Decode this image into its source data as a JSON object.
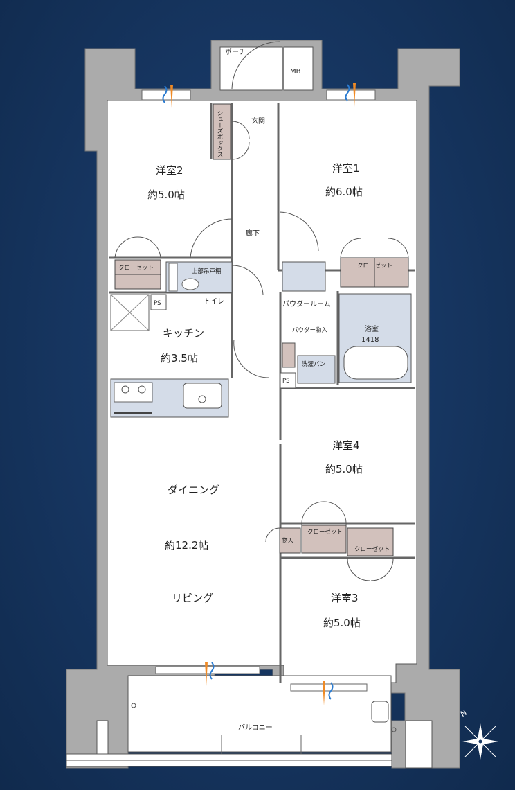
{
  "rooms": {
    "bedroom2": {
      "name": "洋室2",
      "size": "約5.0帖"
    },
    "bedroom1": {
      "name": "洋室1",
      "size": "約6.0帖"
    },
    "bedroom4": {
      "name": "洋室4",
      "size": "約5.0帖"
    },
    "bedroom3": {
      "name": "洋室3",
      "size": "約5.0帖"
    },
    "kitchen": {
      "name": "キッチン",
      "size": "約3.5帖"
    },
    "ldk": {
      "dining": "ダイニング",
      "size": "約12.2帖",
      "living": "リビング"
    },
    "bathroom": {
      "name": "浴室",
      "size": "1418"
    }
  },
  "labels": {
    "porch": "ポーチ",
    "mb": "MB",
    "entrance": "玄関",
    "shoebox": "シューズボックス",
    "corridor": "廊下",
    "closet": "クローゼット",
    "upper_cabinet": "上部吊戸棚",
    "toilet": "トイレ",
    "ps": "PS",
    "powder_room": "パウダールーム",
    "powder_storage": "パウダー物入",
    "washer_pan": "洗濯パン",
    "storage": "物入",
    "balcony": "バルコニー",
    "compass_n": "N"
  },
  "colors": {
    "background": "#173763",
    "wall": "#ababab",
    "floor": "#ffffff",
    "wet_area": "#d4dce8",
    "closet": "#d2c1bc",
    "kitchen_counter": "#d4dce8",
    "accent_orange": "#f08a24",
    "accent_blue": "#2a7bd0"
  }
}
